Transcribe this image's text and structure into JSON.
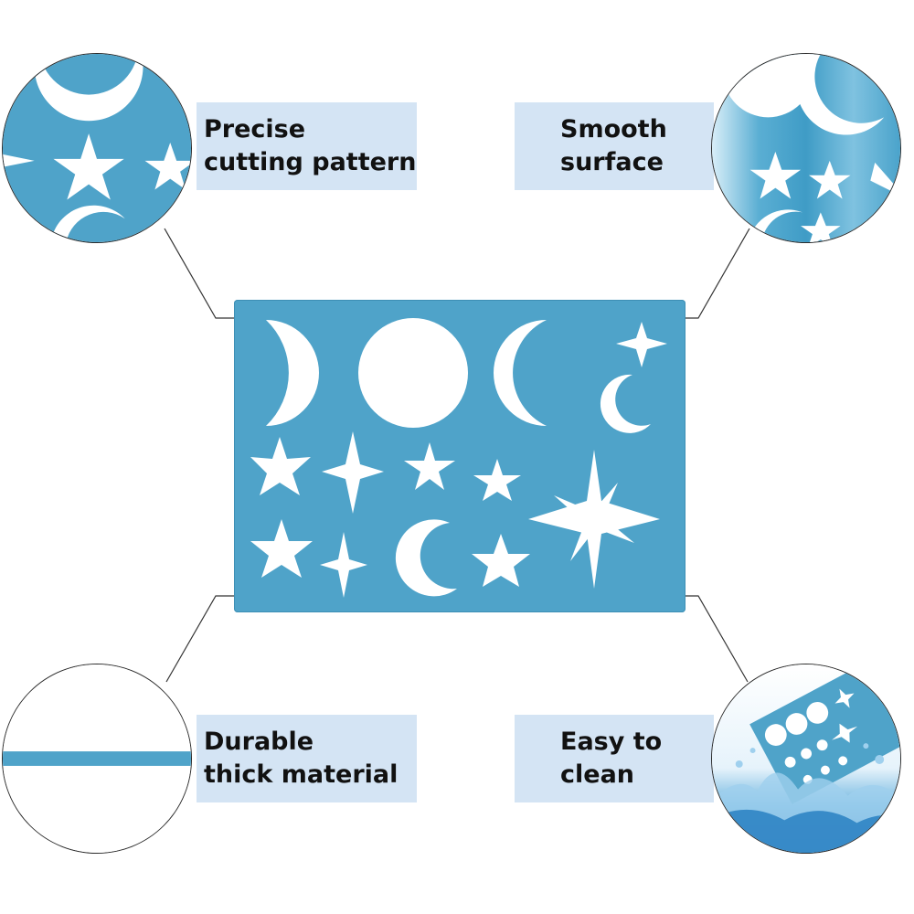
{
  "features": {
    "top_left": {
      "line1": "Precise",
      "line2": "cutting pattern"
    },
    "top_right": {
      "line1": "Smooth",
      "line2": "surface"
    },
    "bottom_left": {
      "line1": "Durable",
      "line2": "thick material"
    },
    "bottom_right": {
      "line1": "Easy to",
      "line2": "clean"
    }
  },
  "colors": {
    "stencil_blue": "#4fa3c9",
    "label_background": "#d4e4f4",
    "cutout_white": "#ffffff"
  },
  "icons": {
    "stencil": "moon-and-star-stencil",
    "detail_pattern": "star-moon-closeup",
    "surface": "glossy-surface-closeup",
    "thickness": "thickness-bar",
    "cleaning": "water-splash"
  }
}
